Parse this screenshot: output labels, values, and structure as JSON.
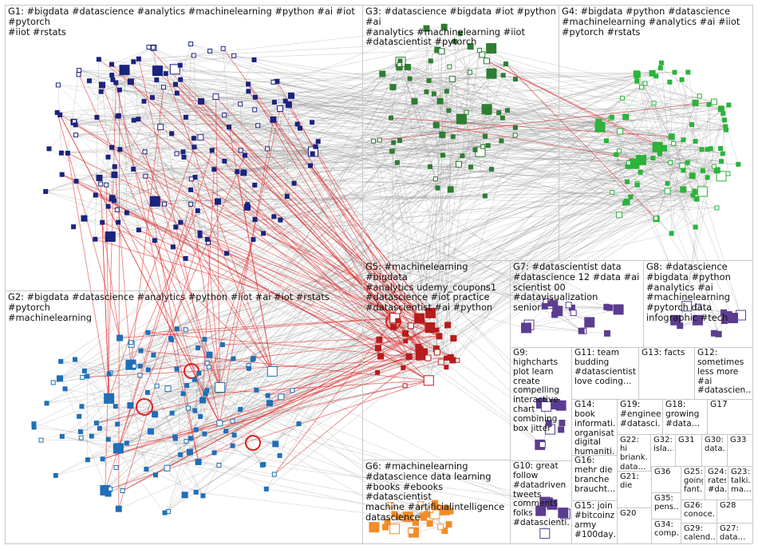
{
  "colors": {
    "edge_gray": "#8f8f8f",
    "edge_red": "#e01e1e",
    "group_border": "#c8c8c8",
    "node_g1": "#1a237e",
    "node_g2": "#1f6fb8",
    "node_g3": "#2e7d32",
    "node_g4": "#2bb33a",
    "node_g5": "#b71c1c",
    "node_g6": "#f28c28",
    "node_misc": "#5b3d8f"
  },
  "groups": [
    {
      "id": "G1",
      "label": "G1: #bigdata #datascience #analytics #machinelearning #python #ai #iot #pytorch\n#iiot #rstats"
    },
    {
      "id": "G2",
      "label": "G2: #bigdata #datascience #analytics #python #iiot #ai #iot #rstats #pytorch\n#machinelearning"
    },
    {
      "id": "G3",
      "label": "G3: #datascience #bigdata #iot #python #ai\n#analytics #machinelearning #iiot\n#datascientist #pytorch"
    },
    {
      "id": "G4",
      "label": "G4: #bigdata #python #datascience\n#machinelearning #analytics #ai #iiot\n#pytorch #rstats"
    },
    {
      "id": "G5",
      "label": "G5: #machinelearning #bigdata\n#analytics udemy_coupons1\n#datascience #iot practice\n#datascientist #ai #python"
    },
    {
      "id": "G6",
      "label": "G6: #machinelearning\n#datascience data learning\n#books #ebooks #datascientist\nmachine #artificialintelligence\ndatascience"
    },
    {
      "id": "G7",
      "label": "G7: #datascientist data\n#datascience 12 #data #ai\nscientist 00 #datavisualization\nsenior"
    },
    {
      "id": "G8",
      "label": "G8: #datascience\n#bigdata #python\n#analytics #ai\n#machinelearning\n#pytorch data\ninfographic #tech"
    },
    {
      "id": "G9",
      "label": "G9:\nhighcharts\nplot learn\ncreate\ncompelling\ninteractive\nchart\ncombining\nbox jitter"
    },
    {
      "id": "G10",
      "label": "G10: great\nfollow\n#datadriven\ntweets\ncomments\nfolks\n#datascienti…"
    },
    {
      "id": "G11",
      "label": "G11: team\nbudding\n#datascientist\nlove coding…"
    },
    {
      "id": "G12",
      "label": "G12:\nsometimes\nless more #ai\n#datascien…"
    },
    {
      "id": "G13",
      "label": "G13: facts"
    },
    {
      "id": "G14",
      "label": "G14: book\ninformati…\norganisat…\ndigital\nhumaniti…"
    },
    {
      "id": "G15",
      "label": "G15: join\n#bitcoinz\narmy\n#100day…"
    },
    {
      "id": "G16",
      "label": "G16:\nmehr die\nbranche\nbraucht…"
    },
    {
      "id": "G17",
      "label": "G17"
    },
    {
      "id": "G18",
      "label": "G18:\ngrowing\n#data…"
    },
    {
      "id": "G19",
      "label": "G19:\n#engineer\n#datasci…"
    },
    {
      "id": "G20",
      "label": "G20"
    },
    {
      "id": "G21",
      "label": "G21:\ndie"
    },
    {
      "id": "G22",
      "label": "G22: hi\nbriank…\ndata…"
    },
    {
      "id": "G23",
      "label": "G23:\ntalki…\nma…"
    },
    {
      "id": "G24",
      "label": "G24:\nrates\n#da…"
    },
    {
      "id": "G25",
      "label": "G25:\ngoing\nfant…"
    },
    {
      "id": "G26",
      "label": "G26:\nconoce…"
    },
    {
      "id": "G27",
      "label": "G27:\ndata…"
    },
    {
      "id": "G28",
      "label": "G28"
    },
    {
      "id": "G29",
      "label": "G29:\ncalend…"
    },
    {
      "id": "G30",
      "label": "G30:\ndata…"
    },
    {
      "id": "G31",
      "label": "G31"
    },
    {
      "id": "G32",
      "label": "G32:\nisla…"
    },
    {
      "id": "G33",
      "label": "G33"
    },
    {
      "id": "G34",
      "label": "G34:\ncomp…"
    },
    {
      "id": "G35",
      "label": "G35:\npens…"
    },
    {
      "id": "G36",
      "label": "G36"
    }
  ]
}
